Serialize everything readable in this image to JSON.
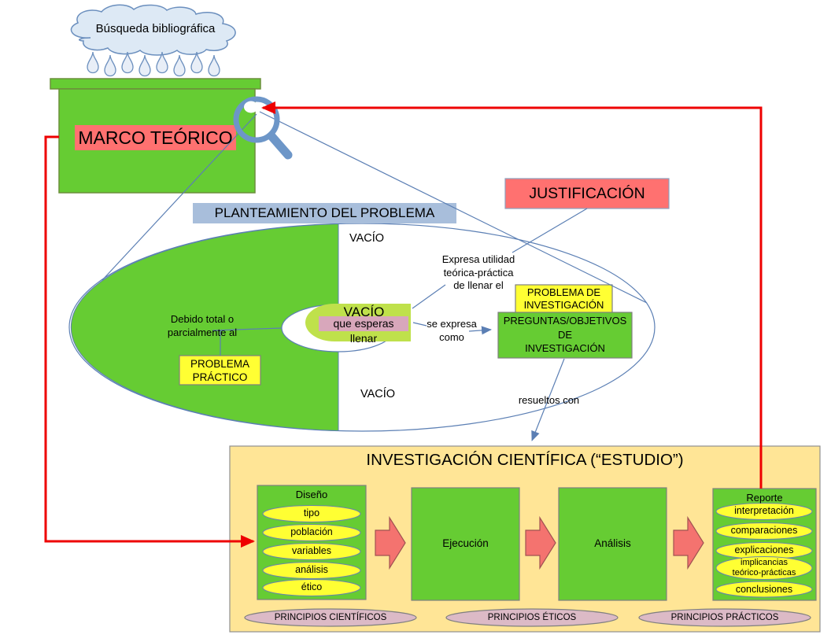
{
  "colors": {
    "green": "#66cc33",
    "light_green_pill": "#bfe14b",
    "yellow": "#ffff33",
    "pink_label": "#ff7170",
    "strip_pink": "#d8a7bb",
    "panel_yellow": "#ffe596",
    "principle_pink": "#dcbac6",
    "blue_label": "#a8bedb",
    "arrow_pink": "#f4736f",
    "line_blue": "#5b7fb4",
    "red": "#ee0000",
    "cloud_fill": "#dde9f5"
  },
  "cloud": {
    "label": "Búsqueda bibliográfica"
  },
  "marco_teorico": {
    "label": "MARCO TEÓRICO"
  },
  "justificacion": {
    "label": "JUSTIFICACIÓN"
  },
  "planteamiento": {
    "label": "PLANTEAMIENTO DEL PROBLEMA"
  },
  "vacio_region": {
    "top_label": "VACÍO",
    "bottom_label": "VACÍO"
  },
  "gap_pill": {
    "title": "VACÍO",
    "subtitle": "que esperas llenar"
  },
  "annotations": {
    "debido": "Debido total o\nparcialmente al",
    "expresa_utilidad": "Expresa utilidad\nteórica-práctica\nde llenar el",
    "se_expresa": "se expresa\ncomo",
    "resueltos": "resueltos con"
  },
  "problema_practico": {
    "label": "PROBLEMA\nPRÁCTICO"
  },
  "problema_investigacion": {
    "label": "PROBLEMA DE\nINVESTIGACIÓN"
  },
  "preguntas_objetivos": {
    "label": "PREGUNTAS/OBJETIVOS\nDE\nINVESTIGACIÓN"
  },
  "estudio": {
    "title": "INVESTIGACIÓN CIENTÍFICA (“ESTUDIO”)",
    "diseno": {
      "title": "Diseño",
      "items": [
        "tipo",
        "población",
        "variables",
        "análisis",
        "ético"
      ]
    },
    "ejecucion": {
      "label": "Ejecución"
    },
    "analisis": {
      "label": "Análisis"
    },
    "reporte": {
      "title": "Reporte",
      "items": [
        "interpretación",
        "comparaciones",
        "explicaciones",
        "implicancias\nteórico-prácticas",
        "conclusiones"
      ]
    },
    "principios": [
      "PRINCIPIOS CIENTÍFICOS",
      "PRINCIPIOS ÉTICOS",
      "PRINCIPIOS PRÁCTICOS"
    ]
  }
}
